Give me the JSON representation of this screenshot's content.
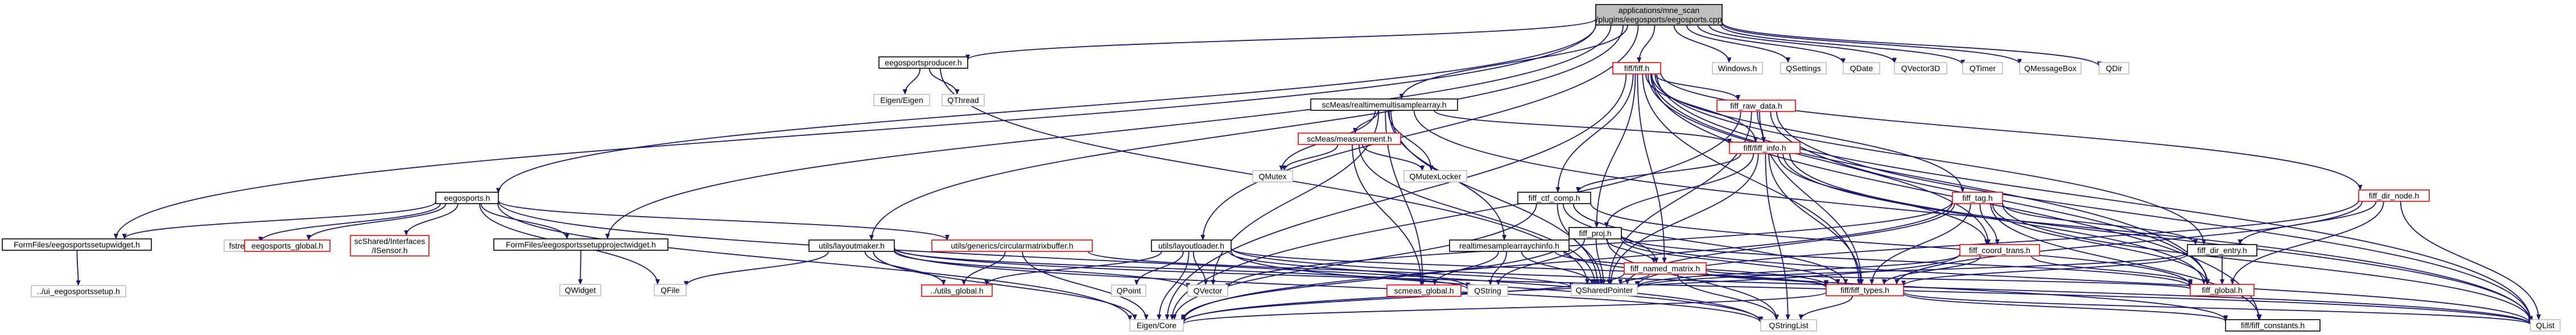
{
  "colors": {
    "edge": "#191970",
    "normal_border": "#000000",
    "missing_border": "#bfbfbf",
    "partial_border": "#ff0000",
    "root_fill": "#bfbfbf",
    "text": "#000000"
  },
  "nodes": [
    {
      "id": "root",
      "label": [
        "applications/mne_scan",
        "/plugins/eegosports/eegosports.cpp"
      ],
      "kind": "root"
    },
    {
      "id": "eegosportsproducer_h",
      "label": [
        "eegosportsproducer.h"
      ],
      "kind": "normal"
    },
    {
      "id": "fiff_h",
      "label": [
        "fiff/fiff.h"
      ],
      "kind": "partial"
    },
    {
      "id": "windows_h",
      "label": [
        "Windows.h"
      ],
      "kind": "missing"
    },
    {
      "id": "qsettings",
      "label": [
        "QSettings"
      ],
      "kind": "missing"
    },
    {
      "id": "qdate",
      "label": [
        "QDate"
      ],
      "kind": "missing"
    },
    {
      "id": "qvector3d",
      "label": [
        "QVector3D"
      ],
      "kind": "missing"
    },
    {
      "id": "qtimer",
      "label": [
        "QTimer"
      ],
      "kind": "missing"
    },
    {
      "id": "qmessagebox",
      "label": [
        "QMessageBox"
      ],
      "kind": "missing"
    },
    {
      "id": "qdir",
      "label": [
        "QDir"
      ],
      "kind": "missing"
    },
    {
      "id": "eigen_eigen",
      "label": [
        "Eigen/Eigen"
      ],
      "kind": "missing"
    },
    {
      "id": "qthread",
      "label": [
        "QThread"
      ],
      "kind": "missing"
    },
    {
      "id": "scmeas_rtmulti",
      "label": [
        "scMeas/realtimemultisamplearray.h"
      ],
      "kind": "normal"
    },
    {
      "id": "fiff_raw_data",
      "label": [
        "fiff_raw_data.h"
      ],
      "kind": "partial"
    },
    {
      "id": "scmeas_measurement",
      "label": [
        "scMeas/measurement.h"
      ],
      "kind": "partial"
    },
    {
      "id": "fiff_info_h",
      "label": [
        "fiff/fiff_info.h"
      ],
      "kind": "partial"
    },
    {
      "id": "qmutex",
      "label": [
        "QMutex"
      ],
      "kind": "missing"
    },
    {
      "id": "qmutexlocker",
      "label": [
        "QMutexLocker"
      ],
      "kind": "missing"
    },
    {
      "id": "fiff_ctf_comp",
      "label": [
        "fiff_ctf_comp.h"
      ],
      "kind": "normal"
    },
    {
      "id": "fiff_tag",
      "label": [
        "fiff_tag.h"
      ],
      "kind": "partial"
    },
    {
      "id": "fiff_dir_node",
      "label": [
        "fiff_dir_node.h"
      ],
      "kind": "partial"
    },
    {
      "id": "eegosports_h",
      "label": [
        "eegosports.h"
      ],
      "kind": "normal"
    },
    {
      "id": "formfiles_setupwidget",
      "label": [
        "FormFiles/eegosportssetupwidget.h"
      ],
      "kind": "normal"
    },
    {
      "id": "fstream",
      "label": [
        "fstream"
      ],
      "kind": "missing"
    },
    {
      "id": "eegosports_global",
      "label": [
        "eegosports_global.h"
      ],
      "kind": "partial"
    },
    {
      "id": "scshared_isensor",
      "label": [
        "scShared/Interfaces",
        "/ISensor.h"
      ],
      "kind": "partial"
    },
    {
      "id": "formfiles_setupproject",
      "label": [
        "FormFiles/eegosportssetupprojectwidget.h"
      ],
      "kind": "normal"
    },
    {
      "id": "ui_eegosportssetup",
      "label": [
        "../ui_eegosportssetup.h"
      ],
      "kind": "missing"
    },
    {
      "id": "utils_layoutmaker",
      "label": [
        "utils/layoutmaker.h"
      ],
      "kind": "normal"
    },
    {
      "id": "utils_generics_circular",
      "label": [
        "utils/generics/circularmatrixbuffer.h"
      ],
      "kind": "partial"
    },
    {
      "id": "utils_layoutloader",
      "label": [
        "utils/layoutloader.h"
      ],
      "kind": "normal"
    },
    {
      "id": "realtimesamplearraychinfo",
      "label": [
        "realtimesamplearraychinfo.h"
      ],
      "kind": "normal"
    },
    {
      "id": "fiff_proj",
      "label": [
        "fiff_proj.h"
      ],
      "kind": "normal"
    },
    {
      "id": "fiff_named_matrix",
      "label": [
        "fiff_named_matrix.h"
      ],
      "kind": "partial"
    },
    {
      "id": "fiff_coord_trans",
      "label": [
        "fiff_coord_trans.h"
      ],
      "kind": "partial"
    },
    {
      "id": "fiff_dir_entry",
      "label": [
        "fiff_dir_entry.h"
      ],
      "kind": "normal"
    },
    {
      "id": "qwidget",
      "label": [
        "QWidget"
      ],
      "kind": "missing"
    },
    {
      "id": "qfile",
      "label": [
        "QFile"
      ],
      "kind": "missing"
    },
    {
      "id": "utils_global",
      "label": [
        "../utils_global.h"
      ],
      "kind": "partial"
    },
    {
      "id": "qpoint",
      "label": [
        "QPoint"
      ],
      "kind": "missing"
    },
    {
      "id": "qvector",
      "label": [
        "QVector"
      ],
      "kind": "missing"
    },
    {
      "id": "scmeas_global",
      "label": [
        "scmeas_global.h"
      ],
      "kind": "partial"
    },
    {
      "id": "qstring",
      "label": [
        "QString"
      ],
      "kind": "missing"
    },
    {
      "id": "qsharedpointer",
      "label": [
        "QSharedPointer"
      ],
      "kind": "missing"
    },
    {
      "id": "fiff_types",
      "label": [
        "fiff/fiff_types.h"
      ],
      "kind": "partial"
    },
    {
      "id": "fiff_global",
      "label": [
        "fiff_global.h"
      ],
      "kind": "partial"
    },
    {
      "id": "eigen_core",
      "label": [
        "Eigen/Core"
      ],
      "kind": "missing"
    },
    {
      "id": "qstringlist",
      "label": [
        "QStringList"
      ],
      "kind": "missing"
    },
    {
      "id": "fiff_constants",
      "label": [
        "fiff/fiff_constants.h"
      ],
      "kind": "normal"
    },
    {
      "id": "qlist",
      "label": [
        "QList"
      ],
      "kind": "missing"
    }
  ],
  "edges": [
    [
      "root",
      "eegosportsproducer_h"
    ],
    [
      "root",
      "fiff_h"
    ],
    [
      "root",
      "windows_h"
    ],
    [
      "root",
      "qsettings"
    ],
    [
      "root",
      "qdate"
    ],
    [
      "root",
      "qvector3d"
    ],
    [
      "root",
      "qtimer"
    ],
    [
      "root",
      "qmessagebox"
    ],
    [
      "root",
      "qdir"
    ],
    [
      "root",
      "eegosports_h"
    ],
    [
      "root",
      "formfiles_setupwidget"
    ],
    [
      "root",
      "formfiles_setupproject"
    ],
    [
      "root",
      "utils_layoutmaker"
    ],
    [
      "root",
      "utils_layoutloader"
    ],
    [
      "root",
      "scmeas_rtmulti"
    ],
    [
      "eegosportsproducer_h",
      "eigen_eigen"
    ],
    [
      "eegosportsproducer_h",
      "qthread"
    ],
    [
      "eegosportsproducer_h",
      "qsharedpointer"
    ],
    [
      "fiff_h",
      "fiff_raw_data"
    ],
    [
      "fiff_h",
      "fiff_info_h"
    ],
    [
      "fiff_h",
      "fiff_proj"
    ],
    [
      "fiff_h",
      "fiff_ctf_comp"
    ],
    [
      "fiff_h",
      "fiff_tag"
    ],
    [
      "fiff_h",
      "fiff_dir_node"
    ],
    [
      "fiff_h",
      "fiff_coord_trans"
    ],
    [
      "fiff_h",
      "fiff_named_matrix"
    ],
    [
      "fiff_h",
      "fiff_dir_entry"
    ],
    [
      "fiff_h",
      "fiff_types"
    ],
    [
      "fiff_h",
      "fiff_constants"
    ],
    [
      "fiff_h",
      "fiff_global"
    ],
    [
      "fiff_h",
      "eigen_core"
    ],
    [
      "fiff_h",
      "qlist"
    ],
    [
      "scmeas_rtmulti",
      "scmeas_measurement"
    ],
    [
      "scmeas_rtmulti",
      "realtimesamplearraychinfo"
    ],
    [
      "scmeas_rtmulti",
      "fiff_info_h"
    ],
    [
      "scmeas_rtmulti",
      "qmutex"
    ],
    [
      "scmeas_rtmulti",
      "qmutexlocker"
    ],
    [
      "scmeas_rtmulti",
      "qsharedpointer"
    ],
    [
      "scmeas_rtmulti",
      "scmeas_global"
    ],
    [
      "scmeas_rtmulti",
      "qvector"
    ],
    [
      "scmeas_rtmulti",
      "qlist"
    ],
    [
      "scmeas_measurement",
      "qmutex"
    ],
    [
      "scmeas_measurement",
      "qmutexlocker"
    ],
    [
      "scmeas_measurement",
      "qsharedpointer"
    ],
    [
      "scmeas_measurement",
      "scmeas_global"
    ],
    [
      "fiff_raw_data",
      "fiff_info_h"
    ],
    [
      "fiff_raw_data",
      "fiff_types"
    ],
    [
      "fiff_raw_data",
      "fiff_global"
    ],
    [
      "fiff_raw_data",
      "qsharedpointer"
    ],
    [
      "fiff_raw_data",
      "eigen_core"
    ],
    [
      "fiff_raw_data",
      "qlist"
    ],
    [
      "fiff_info_h",
      "fiff_ctf_comp"
    ],
    [
      "fiff_info_h",
      "fiff_proj"
    ],
    [
      "fiff_info_h",
      "fiff_coord_trans"
    ],
    [
      "fiff_info_h",
      "fiff_types"
    ],
    [
      "fiff_info_h",
      "fiff_global"
    ],
    [
      "fiff_info_h",
      "qsharedpointer"
    ],
    [
      "fiff_info_h",
      "qstringlist"
    ],
    [
      "fiff_info_h",
      "qlist"
    ],
    [
      "fiff_ctf_comp",
      "fiff_named_matrix"
    ],
    [
      "fiff_ctf_comp",
      "fiff_types"
    ],
    [
      "fiff_ctf_comp",
      "fiff_global"
    ],
    [
      "fiff_ctf_comp",
      "qsharedpointer"
    ],
    [
      "fiff_ctf_comp",
      "eigen_core"
    ],
    [
      "fiff_proj",
      "fiff_types"
    ],
    [
      "fiff_proj",
      "fiff_named_matrix"
    ],
    [
      "fiff_proj",
      "fiff_global"
    ],
    [
      "fiff_proj",
      "qsharedpointer"
    ],
    [
      "fiff_proj",
      "qstringlist"
    ],
    [
      "fiff_proj",
      "eigen_core"
    ],
    [
      "fiff_proj",
      "qlist"
    ],
    [
      "fiff_proj",
      "qstring"
    ],
    [
      "fiff_tag",
      "fiff_coord_trans"
    ],
    [
      "fiff_tag",
      "fiff_dir_entry"
    ],
    [
      "fiff_tag",
      "fiff_types"
    ],
    [
      "fiff_tag",
      "fiff_global"
    ],
    [
      "fiff_tag",
      "fiff_constants"
    ],
    [
      "fiff_tag",
      "qsharedpointer"
    ],
    [
      "fiff_tag",
      "qvector"
    ],
    [
      "fiff_tag",
      "eigen_core"
    ],
    [
      "fiff_tag",
      "qlist"
    ],
    [
      "fiff_dir_node",
      "fiff_dir_entry"
    ],
    [
      "fiff_dir_node",
      "fiff_types"
    ],
    [
      "fiff_dir_node",
      "fiff_global"
    ],
    [
      "fiff_dir_node",
      "qsharedpointer"
    ],
    [
      "fiff_dir_node",
      "qlist"
    ],
    [
      "fiff_named_matrix",
      "fiff_types"
    ],
    [
      "fiff_named_matrix",
      "fiff_global"
    ],
    [
      "fiff_named_matrix",
      "qsharedpointer"
    ],
    [
      "fiff_named_matrix",
      "eigen_core"
    ],
    [
      "fiff_named_matrix",
      "qstringlist"
    ],
    [
      "fiff_coord_trans",
      "fiff_types"
    ],
    [
      "fiff_coord_trans",
      "fiff_global"
    ],
    [
      "fiff_coord_trans",
      "qsharedpointer"
    ],
    [
      "fiff_coord_trans",
      "eigen_core"
    ],
    [
      "fiff_dir_entry",
      "fiff_types"
    ],
    [
      "fiff_dir_entry",
      "fiff_global"
    ],
    [
      "fiff_dir_entry",
      "qsharedpointer"
    ],
    [
      "fiff_types",
      "fiff_constants"
    ],
    [
      "fiff_types",
      "qstringlist"
    ],
    [
      "fiff_types",
      "eigen_core"
    ],
    [
      "fiff_types",
      "qlist"
    ],
    [
      "eegosports_h",
      "formfiles_setupwidget"
    ],
    [
      "eegosports_h",
      "formfiles_setupproject"
    ],
    [
      "eegosports_h",
      "fstream"
    ],
    [
      "eegosports_h",
      "eegosports_global"
    ],
    [
      "eegosports_h",
      "scshared_isensor"
    ],
    [
      "eegosports_h",
      "utils_generics_circular"
    ],
    [
      "eegosports_h",
      "qfile"
    ],
    [
      "eegosports_h",
      "eigen_core"
    ],
    [
      "eegosports_h",
      "qstringlist"
    ],
    [
      "formfiles_setupwidget",
      "ui_eegosportssetup"
    ],
    [
      "formfiles_setupproject",
      "qwidget"
    ],
    [
      "utils_layoutmaker",
      "utils_global"
    ],
    [
      "utils_layoutmaker",
      "qfile"
    ],
    [
      "utils_layoutmaker",
      "qvector"
    ],
    [
      "utils_layoutmaker",
      "eigen_core"
    ],
    [
      "utils_layoutmaker",
      "qstringlist"
    ],
    [
      "utils_layoutmaker",
      "qlist"
    ],
    [
      "utils_layoutmaker",
      "qstring"
    ],
    [
      "utils_generics_circular",
      "utils_global"
    ],
    [
      "utils_generics_circular",
      "qsharedpointer"
    ],
    [
      "utils_generics_circular",
      "eigen_core"
    ],
    [
      "utils_layoutloader",
      "utils_global"
    ],
    [
      "utils_layoutloader",
      "qpoint"
    ],
    [
      "utils_layoutloader",
      "qvector"
    ],
    [
      "utils_layoutloader",
      "qstring"
    ],
    [
      "utils_layoutloader",
      "eigen_core"
    ],
    [
      "utils_layoutloader",
      "qstringlist"
    ],
    [
      "utils_layoutloader",
      "qlist"
    ],
    [
      "utils_layoutloader",
      "fiff_types"
    ],
    [
      "realtimesamplearraychinfo",
      "scmeas_global"
    ],
    [
      "realtimesamplearraychinfo",
      "fiff_types"
    ],
    [
      "realtimesamplearraychinfo",
      "qstring"
    ],
    [
      "realtimesamplearraychinfo",
      "qsharedpointer"
    ],
    [
      "realtimesamplearraychinfo",
      "fiff_constants"
    ]
  ]
}
